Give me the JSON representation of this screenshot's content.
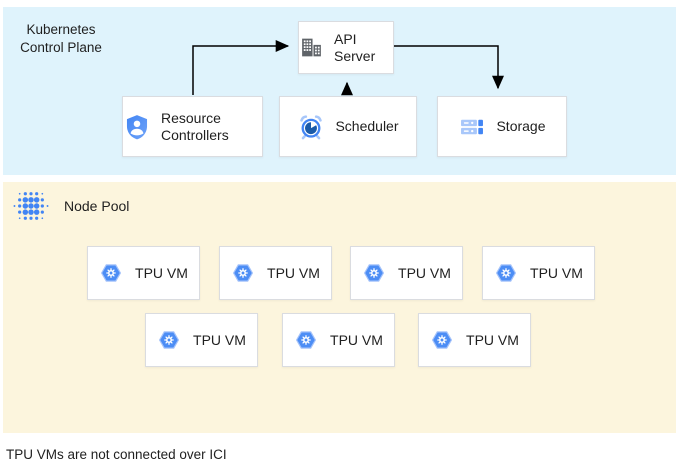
{
  "control_plane": {
    "label": "Kubernetes Control Plane",
    "nodes": {
      "api_server": {
        "label": "API Server",
        "icon": "building-icon"
      },
      "resource_controllers": {
        "label": "Resource Controllers",
        "icon": "shield-user-icon"
      },
      "scheduler": {
        "label": "Scheduler",
        "icon": "alarm-clock-icon"
      },
      "storage": {
        "label": "Storage",
        "icon": "storage-stack-icon"
      }
    },
    "edges": [
      {
        "from": "resource_controllers",
        "to": "api_server"
      },
      {
        "from": "scheduler",
        "to": "api_server"
      },
      {
        "from": "api_server",
        "to": "storage"
      }
    ]
  },
  "node_pool": {
    "label": "Node Pool",
    "icon": "dot-cluster-icon",
    "tpu_vm_label": "TPU VM",
    "tpu_vm_icon": "hexagon-gear-icon",
    "tpu_vm_count": 7,
    "row_counts": [
      4,
      3
    ]
  },
  "footer_note": "TPU VMs are not connected over ICI",
  "colors": {
    "control_plane_bg": "#DFF3FC",
    "node_pool_bg": "#FCF5DD",
    "card_bg": "#FFFFFF",
    "card_border": "#DADCE0",
    "arrow": "#000000",
    "google_blue": "#4285F4",
    "light_blue": "#A8C7FA",
    "clock_pie_blue": "#1A5AA8",
    "building_gray": "#5F6368",
    "text": "#202124"
  }
}
